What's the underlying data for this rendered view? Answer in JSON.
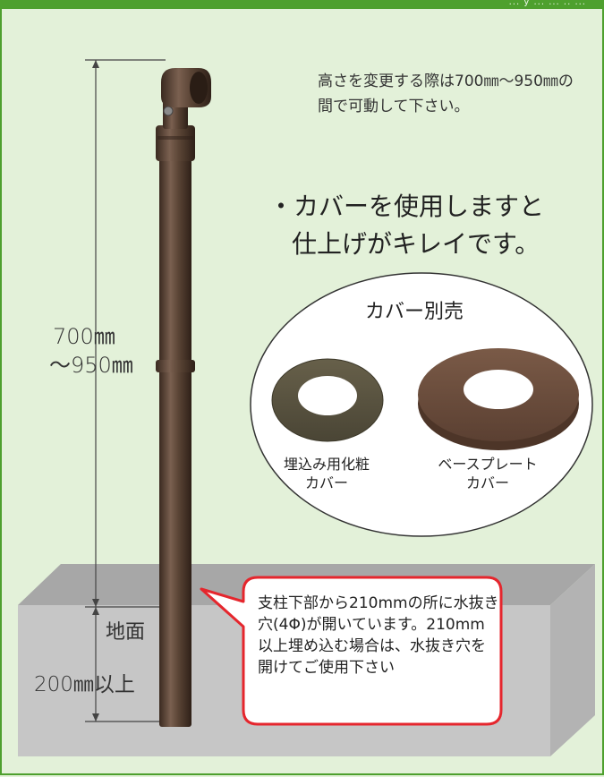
{
  "header": {
    "partial_text": "... y ... ... .. ..."
  },
  "adjust_note": "高さを変更する際は700㎜～950㎜の間で可動して下さい。",
  "cover_point": {
    "line1": "・カバーを使用しますと",
    "line2": "仕上げがキレイです。"
  },
  "cover_panel": {
    "title": "カバー別売",
    "embedded_cover": {
      "line1": "埋込み用化粧",
      "line2": "カバー"
    },
    "baseplate_cover": {
      "line1": "ベースプレート",
      "line2": "カバー"
    }
  },
  "dimensions": {
    "height_line1": "700㎜",
    "height_line2": "～950㎜",
    "ground_label": "地面",
    "depth": "200㎜以上"
  },
  "callout": {
    "text": "支柱下部から210mmの所に水抜き穴(4Φ)が開いています。210mm以上埋め込む場合は、水抜き穴を開けてご使用下さい"
  },
  "colors": {
    "background": "#e3f1d9",
    "frame_green": "#4ea02e",
    "pole_brown": "#4f3a2c",
    "callout_border": "#e5262d",
    "ground_gray": "#a6a6a6"
  },
  "icons": [
    "handrail-pole",
    "embedded-cover-ring",
    "baseplate-cover-ring"
  ]
}
